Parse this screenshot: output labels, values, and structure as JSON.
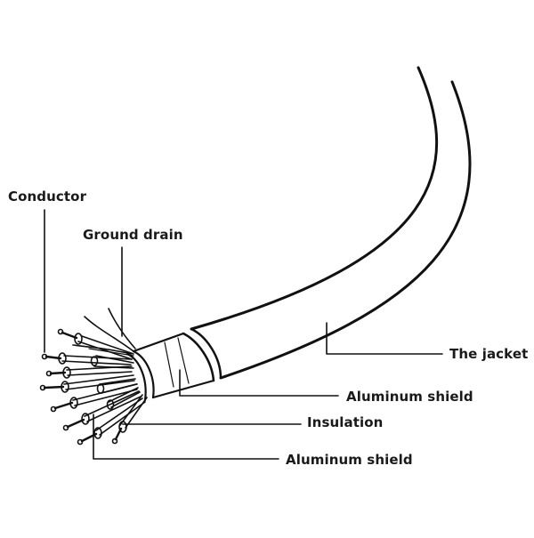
{
  "labels": {
    "conductor": "Conductor",
    "ground_drain": "Ground drain",
    "jacket": "The jacket",
    "aluminum_shield_outer": "Aluminum shield",
    "insulation": "Insulation",
    "aluminum_shield_inner": "Aluminum shield"
  },
  "colors": {
    "line": "#111111",
    "background": "#ffffff"
  }
}
